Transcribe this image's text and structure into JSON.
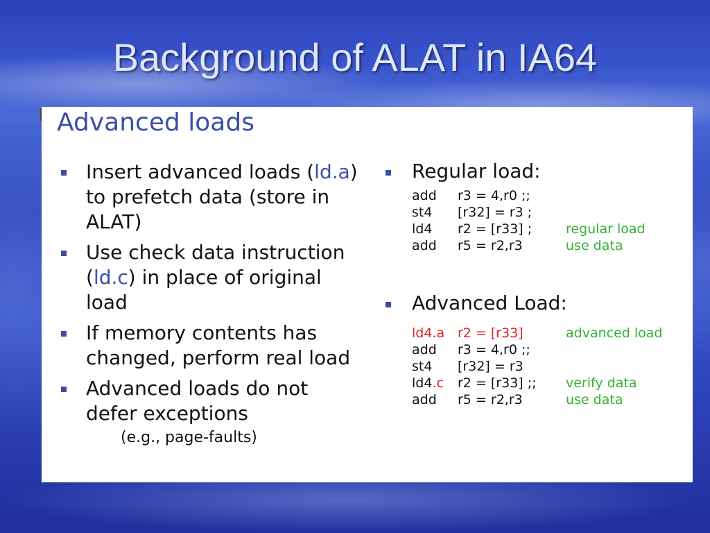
{
  "slide": {
    "title": "Background of ALAT in IA64",
    "heading": "Advanced loads"
  },
  "bullets": [
    {
      "pre": "Insert advanced loads (",
      "code": "ld.a",
      "post": ") to prefetch data (store in ALAT)"
    },
    {
      "pre": "Use check data instruction (",
      "code": "ld.c",
      "post": ") in place of original load"
    },
    {
      "text": "If memory contents has changed, perform real load"
    },
    {
      "text": "Advanced loads do not defer exceptions",
      "note": "(e.g., page-faults)"
    }
  ],
  "regular": {
    "title": "Regular load:",
    "rows": [
      {
        "op": "add",
        "args": "r3 = 4,r0 ;;",
        "comment": ""
      },
      {
        "op": "st4",
        "args": "[r32] = r3  ;",
        "comment": ""
      },
      {
        "op": "ld4",
        "args": "r2 = [r33]  ;",
        "comment": "regular load"
      },
      {
        "op": "add",
        "args": "r5 = r2,r3",
        "comment": "use data"
      }
    ]
  },
  "advanced": {
    "title": "Advanced Load:",
    "rows": [
      {
        "op_base": "ld4",
        "op_suffix": ".a",
        "args": "r2 = [r33]",
        "comment": "advanced load",
        "red_args": true
      },
      {
        "op_base": "add",
        "op_suffix": "",
        "args": "r3 = 4,r0 ;;",
        "comment": ""
      },
      {
        "op_base": "st4",
        "op_suffix": "",
        "args": "[r32] = r3",
        "comment": ""
      },
      {
        "op_base": "ld4",
        "op_suffix": ".c",
        "args": "r2 = [r33] ;;",
        "comment": "verify data",
        "red_args": false
      },
      {
        "op_base": "add",
        "op_suffix": "",
        "args": "r5 = r2,r3",
        "comment": "use data"
      }
    ]
  },
  "colors": {
    "heading": "#3a4ea8",
    "comment_green": "#33b233",
    "highlight_red": "#e02020",
    "bullet": "#3c4fa8"
  }
}
